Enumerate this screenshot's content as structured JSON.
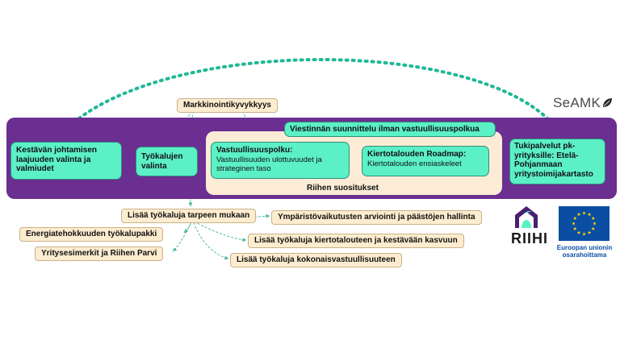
{
  "brand": {
    "seamk": "SeAMK",
    "riihi": "RIIHI",
    "eu_caption_line1": "Euroopan unionin",
    "eu_caption_line2": "osarahoittama"
  },
  "colors": {
    "band": "#6b2e91",
    "teal": "#5cf0c6",
    "cream": "#fdeccf",
    "dotted_arrow": "#1fb896",
    "eu_blue": "#0a4ea3",
    "eu_star": "#ffd400"
  },
  "top_label": "Markkinointikyvykkyys",
  "main_flow": {
    "box1": "Kestävän johtamisen laajuuden valinta ja valmiudet",
    "box2": "Työkalujen valinta",
    "box3_title": "Vastuullisuuspolku:",
    "box3_text": "Vastuullisuuden ulottuvuudet ja strateginen taso",
    "box4": "Viestinnän suunnittelu ilman vastuullisuuspolkua",
    "box5_title": "Kiertotalouden Roadmap:",
    "box5_text": "Kiertotalouden ensiaskeleet",
    "box6": "Tukipalvelut pk-yrityksille: Etelä-Pohjanmaan yritystoimijakartasto",
    "recommendations": "Riihen suositukset"
  },
  "tools": {
    "add_tools": "Lisää työkaluja tarpeen mukaan",
    "energy": "Energiatehokkuuden työkalupakki",
    "examples": "Yritysesimerkit ja Riihen Parvi",
    "environmental": "Ympäristövaikutusten arviointi ja päästöjen hallinta",
    "circular": "Lisää työkaluja kiertotalouteen ja kestävään kasvuun",
    "overall": "Lisää työkaluja kokonaisvastuullisuuteen"
  }
}
